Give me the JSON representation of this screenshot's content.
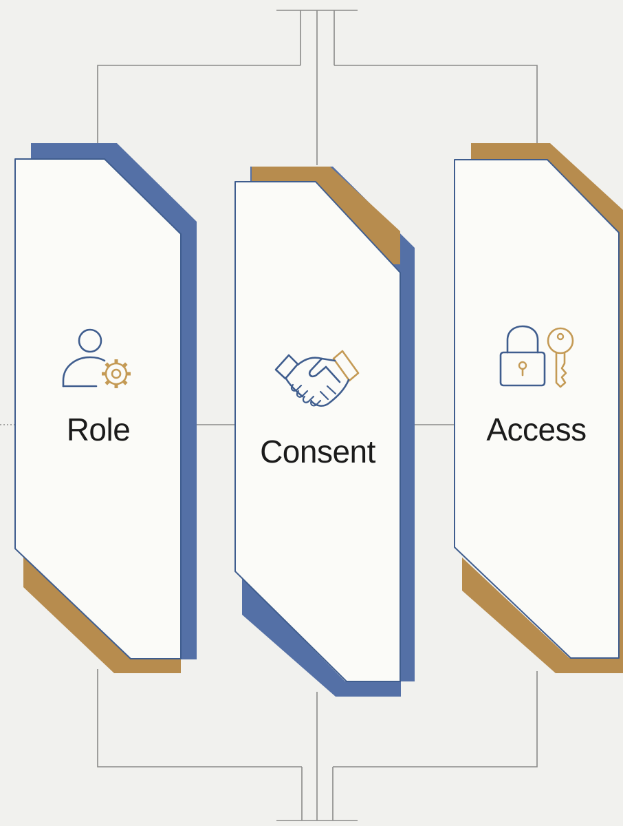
{
  "colors": {
    "background": "#f1f1ee",
    "panel_fill": "#fbfbf8",
    "panel_outline": "#3f5d8e",
    "blue_accent": "#5470a6",
    "gold_accent": "#b78c4e",
    "connector": "#8a8a88"
  },
  "panels": [
    {
      "label": "Role",
      "icon": "user-gear-icon"
    },
    {
      "label": "Consent",
      "icon": "handshake-icon"
    },
    {
      "label": "Access",
      "icon": "lock-key-icon"
    }
  ]
}
